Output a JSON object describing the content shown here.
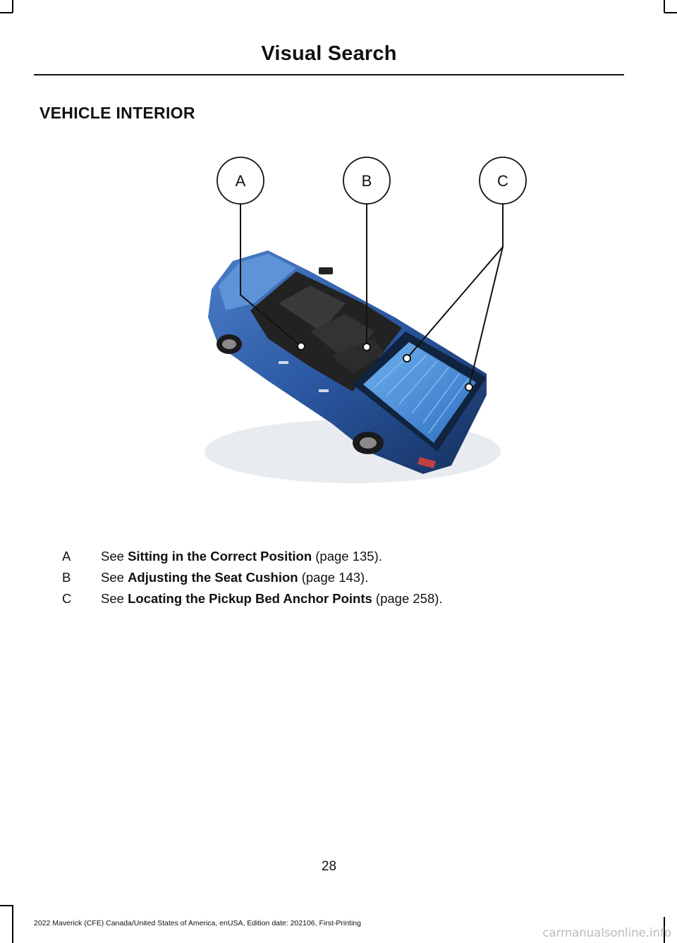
{
  "header": {
    "title": "Visual Search"
  },
  "section": {
    "heading": "VEHICLE INTERIOR"
  },
  "figure": {
    "markers": [
      "A",
      "B",
      "C"
    ],
    "colors": {
      "body": "#2b5aa0",
      "bed": "#4a8fd6",
      "interior": "#222"
    }
  },
  "callouts": [
    {
      "key": "A",
      "prefix": "See ",
      "title": "Sitting in the Correct Position",
      "page": " (page 135)."
    },
    {
      "key": "B",
      "prefix": "See ",
      "title": "Adjusting the Seat Cushion",
      "page": " (page 143)."
    },
    {
      "key": "C",
      "prefix": "See ",
      "title": "Locating the Pickup Bed Anchor Points",
      "page": " (page 258)."
    }
  ],
  "page_number": "28",
  "footer": "2022 Maverick (CFE) Canada/United States of America, enUSA, Edition date: 202106, First-Printing",
  "watermark": "carmanualsonline.info"
}
